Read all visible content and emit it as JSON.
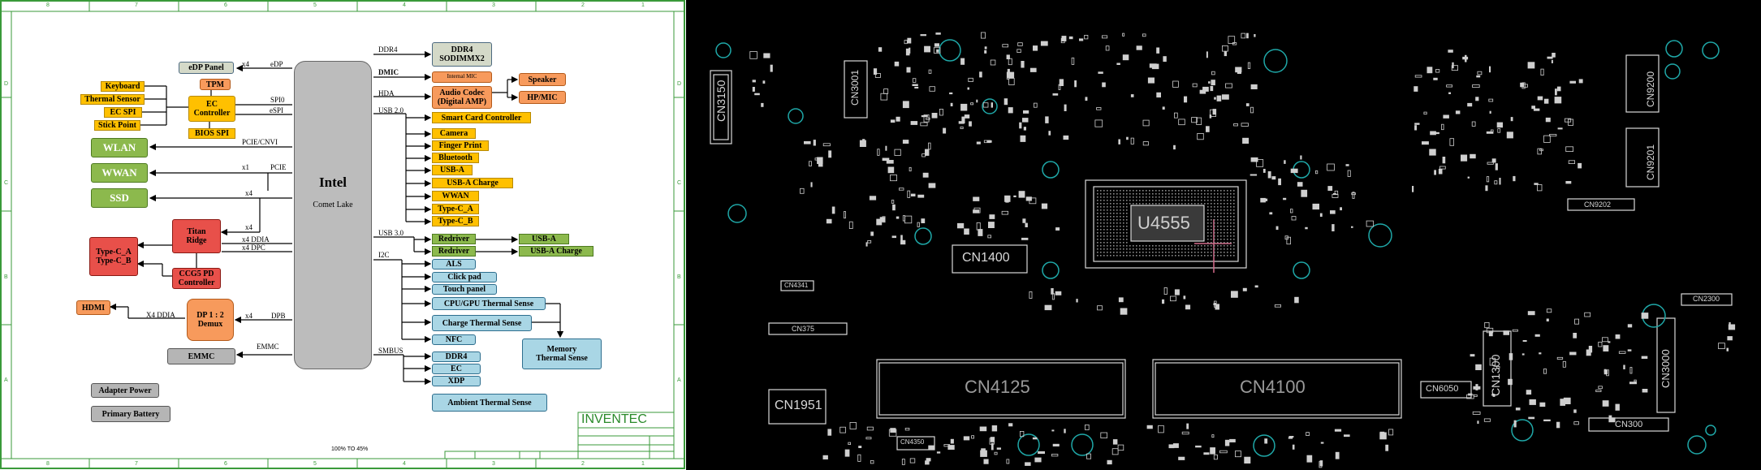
{
  "schematic": {
    "cpu": {
      "title": "Intel",
      "subtitle": "Comet Lake"
    },
    "edp_panel": "eDP Panel",
    "keyboard": "Keyboard",
    "thermal_sensor": "Thermal Sensor",
    "ec_spi": "EC SPI",
    "stick_point": "Stick Point",
    "tpm": "TPM",
    "ec_controller": "EC\nController",
    "bios_spi": "BIOS SPI",
    "wlan": "WLAN",
    "wwan": "WWAN",
    "ssd": "SSD",
    "titan_ridge": "Titan\nRidge",
    "type_c_ab": "Type-C_A\nType-C_B",
    "ccg5": "CCG5 PD\nController",
    "hdmi": "HDMI",
    "dp_demux": "DP 1 : 2\nDemux",
    "emmc": "EMMC",
    "adapter_power": "Adapter Power",
    "primary_battery": "Primary Battery",
    "ddr4_sodimm": "DDR4\nSODIMMX2",
    "internal_mic": "Internal MIC",
    "audio_codec": "Audio Codec\n(Digital AMP)",
    "speaker": "Speaker",
    "hp_mic": "HP/MIC",
    "usb2_devices": [
      "Smart Card Controller",
      "Camera",
      "Finger Print",
      "Bluetooth",
      "USB-A",
      "USB-A Charge",
      "WWAN",
      "Type-C_A",
      "Type-C_B"
    ],
    "redriver1": "Redriver",
    "redriver2": "Redriver",
    "usb_a_out": "USB-A",
    "usb_a_charge_out": "USB-A Charge",
    "i2c_devices": [
      "ALS",
      "Click pad",
      "Touch panel",
      "CPU/GPU Thermal Sense",
      "Charge Thermal Sense",
      "NFC"
    ],
    "memory_thermal": "Memory\nThermal Sense",
    "smbus_devices": [
      "DDR4",
      "EC",
      "XDP"
    ],
    "ambient_thermal": "Ambient Thermal Sense",
    "signals": {
      "x4_edp": "x4",
      "edp": "eDP",
      "spi0": "SPI0",
      "espi": "eSPI",
      "pcie_cnvi": "PCIE/CNVI",
      "x1": "x1",
      "pcie": "PCIE",
      "x4_ssd": "x4",
      "x4_tbt": "x4",
      "x4_ddia": "x4 DDIA",
      "x4_dpc": "x4 DPC",
      "x4_ddia_hdmi": "X4 DDIA",
      "x4_dpb": "x4",
      "dpb": "DPB",
      "emmc_sig": "EMMC",
      "ddr4": "DDR4",
      "dmic": "DMIC",
      "hda": "HDA",
      "usb20": "USB 2.0",
      "usb30": "USB 3.0",
      "i2c": "I2C",
      "smbus": "SMBUS"
    },
    "company": "INVENTEC",
    "zoom_note": "100% TO 45%",
    "col_marks": [
      "8",
      "7",
      "6",
      "5",
      "4",
      "3",
      "2",
      "1"
    ],
    "row_marks": [
      "D",
      "C",
      "B",
      "A"
    ]
  },
  "board": {
    "labels": [
      "CN3150",
      "CN3001",
      "CN9200",
      "CN9201",
      "CN9202",
      "U4555",
      "CN1400",
      "CN4341",
      "CN375",
      "CN4125",
      "CN4100",
      "CN1951",
      "CN6050",
      "CN1300",
      "CN3000",
      "CN2300",
      "CN300",
      "CN4350"
    ]
  }
}
